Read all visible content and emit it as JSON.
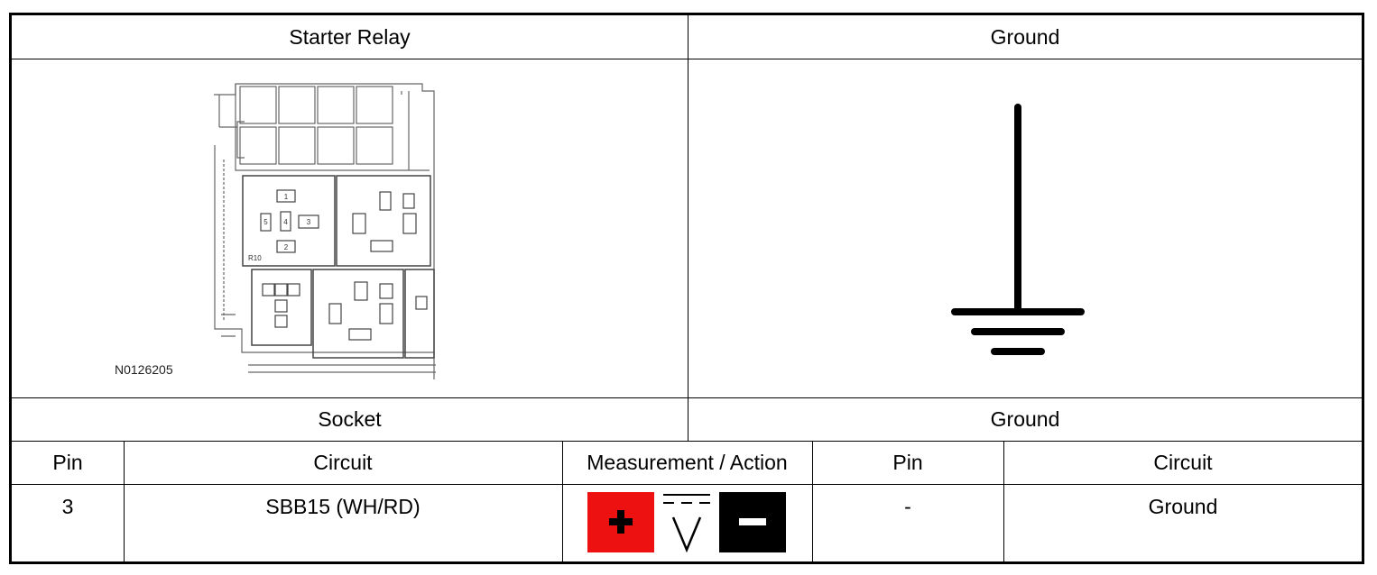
{
  "headers": {
    "left_title": "Starter Relay",
    "right_title": "Ground"
  },
  "diagram": {
    "code": "N0126205",
    "label": "R10",
    "pins": [
      "1",
      "2",
      "3",
      "4",
      "5"
    ]
  },
  "subheaders": {
    "left": "Socket",
    "right": "Ground"
  },
  "columns": [
    "Pin",
    "Circuit",
    "Measurement / Action",
    "Pin",
    "Circuit"
  ],
  "row": {
    "pin": "3",
    "circuit": "SBB15 (WH/RD)",
    "ground_pin": "-",
    "ground_circuit": "Ground"
  },
  "measurement_icons": [
    "plus-probe-icon",
    "dc-voltage-icon",
    "minus-probe-icon"
  ],
  "colors": {
    "plus_probe": "#ee1111",
    "minus_probe": "#000000"
  }
}
